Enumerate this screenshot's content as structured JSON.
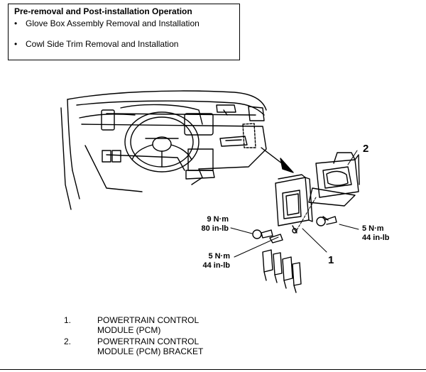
{
  "operations": {
    "title": "Pre-removal and Post-installation Operation",
    "items": [
      "Glove Box Assembly Removal and Installation",
      "Cowl Side Trim Removal and Installation"
    ]
  },
  "callouts": {
    "torque_upper_left": {
      "line1": "9 N·m",
      "line2": "80 in-lb"
    },
    "torque_lower_left": {
      "line1": "5 N·m",
      "line2": "44 in-lb"
    },
    "torque_right": {
      "line1": "5 N·m",
      "line2": "44 in-lb"
    },
    "part_1": "1",
    "part_2": "2"
  },
  "legend": [
    {
      "num": "1.",
      "line1": "POWERTRAIN CONTROL",
      "line2": "MODULE (PCM)"
    },
    {
      "num": "2.",
      "line1": "POWERTRAIN CONTROL",
      "line2": "MODULE (PCM) BRACKET"
    }
  ]
}
